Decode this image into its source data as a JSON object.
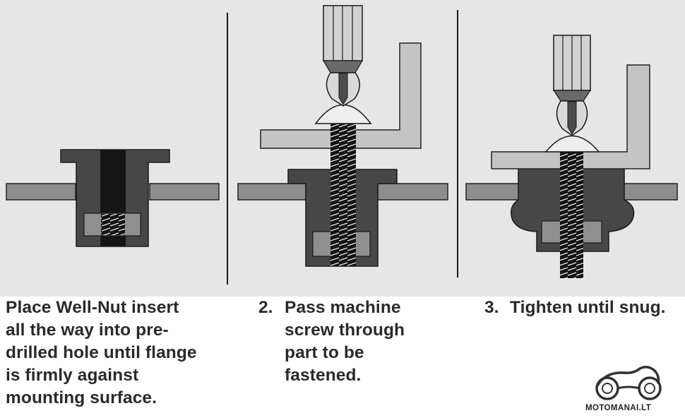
{
  "steps": [
    {
      "number": "",
      "lines": [
        "Place Well-Nut insert",
        "all the way into pre-",
        "drilled hole until flange",
        "is firmly against",
        "mounting surface."
      ]
    },
    {
      "number": "2.",
      "lines": [
        "Pass machine",
        "screw through",
        "part to be",
        "fastened."
      ]
    },
    {
      "number": "3.",
      "lines": [
        "Tighten until snug."
      ]
    }
  ],
  "watermark": {
    "text": "MOTOMANAI.LT"
  },
  "colors": {
    "background": "#e6e6e6",
    "panel": "#8d8d8d",
    "bracket": "#c4c4c4",
    "nut": "#474747",
    "screw": "#151515",
    "insert": "#8f8f8f",
    "screwdriver": "#d2d2d2"
  }
}
